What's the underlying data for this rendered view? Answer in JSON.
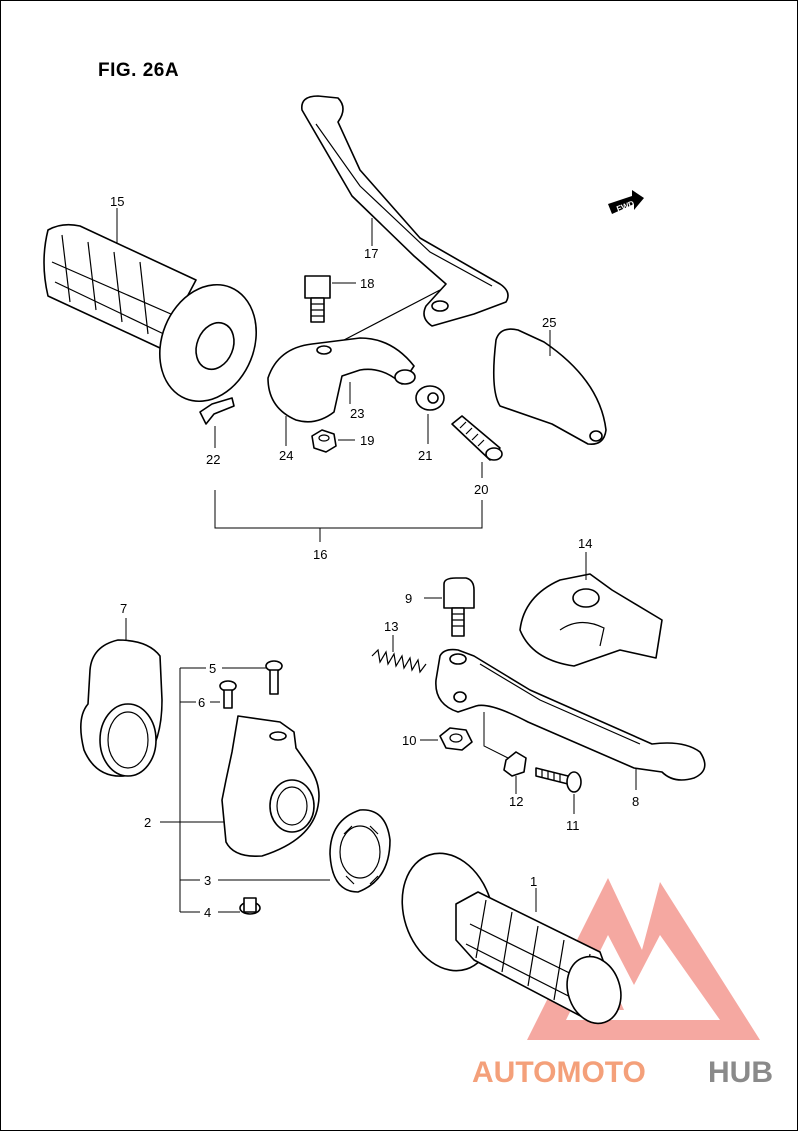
{
  "figure": {
    "title": "FIG. 26A",
    "direction_badge": "FWD"
  },
  "callouts": {
    "c1": "1",
    "c2": "2",
    "c3": "3",
    "c4": "4",
    "c5": "5",
    "c6": "6",
    "c7": "7",
    "c8": "8",
    "c9": "9",
    "c10": "10",
    "c11": "11",
    "c12": "12",
    "c13": "13",
    "c14": "14",
    "c15": "15",
    "c16": "16",
    "c17": "17",
    "c18": "18",
    "c19": "19",
    "c20": "20",
    "c21": "21",
    "c22": "22",
    "c23": "23",
    "c24": "24",
    "c25": "25"
  },
  "watermark": {
    "part1": "AUTOMOTO",
    "part2": "HUB",
    "color_primary": "#f4a07a",
    "color_secondary": "#8a8a8a",
    "logo_color": "#f08080"
  }
}
